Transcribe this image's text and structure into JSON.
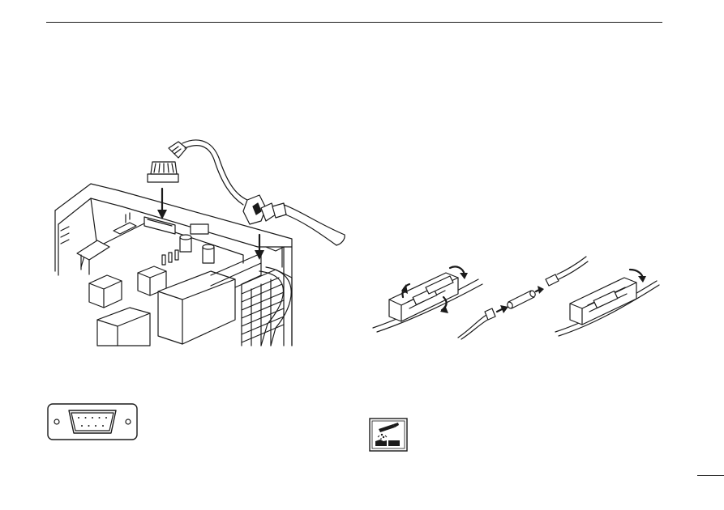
{
  "page": {
    "background": "#ffffff",
    "ink": "#1a1a1a"
  },
  "figures": {
    "mic_connection": {
      "icon": "internal-connector-illustration"
    },
    "fuse_replacement": {
      "icon": "fuse-holder-illustration"
    },
    "dsub_connector": {
      "icon": "dsub-9pin-connector"
    },
    "caution": {
      "icon": "corrosive-warning-icon"
    }
  }
}
